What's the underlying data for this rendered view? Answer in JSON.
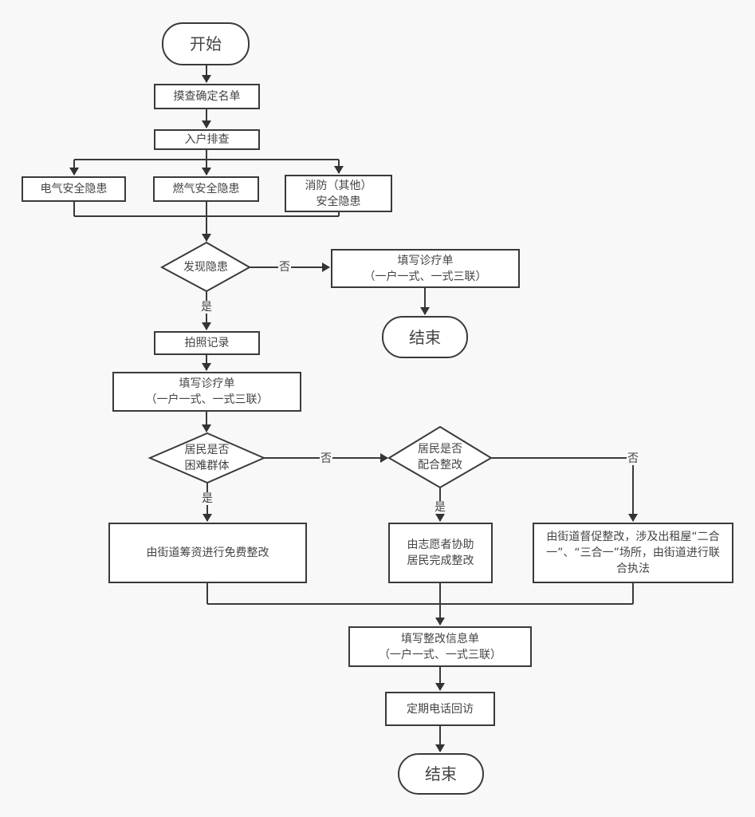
{
  "nodes": {
    "start": "开始",
    "list": "摸查确定名单",
    "visit": "入户排查",
    "electric": "电气安全隐患",
    "gas": "燃气安全隐患",
    "fire": "消防（其他）\n安全隐患",
    "found": "发现隐患",
    "form_no": "填写诊疗单\n（一户一式、一式三联）",
    "end1": "结束",
    "photo": "拍照记录",
    "form_yes": "填写诊疗单\n（一户一式、一式三联）",
    "poor": "居民是否\n困难群体",
    "cooperate": "居民是否\n配合整改",
    "free_fix": "由街道筹资进行免费整改",
    "volunteer": "由志愿者协助\n居民完成整改",
    "enforce": "由街道督促整改，涉及出租屋“二合一”、“三合一”场所，由街道进行联合执法",
    "fix_form": "填写整改信息单\n（一户一式、一式三联）",
    "callback": "定期电话回访",
    "end2": "结束"
  },
  "edge_labels": {
    "found_no": "否",
    "found_yes": "是",
    "poor_no": "否",
    "poor_yes": "是",
    "coop_yes": "是",
    "coop_no": "否"
  },
  "colors": {
    "stroke": "#3a3a3a",
    "fill": "#ffffff",
    "background": "#f8f8f8"
  }
}
